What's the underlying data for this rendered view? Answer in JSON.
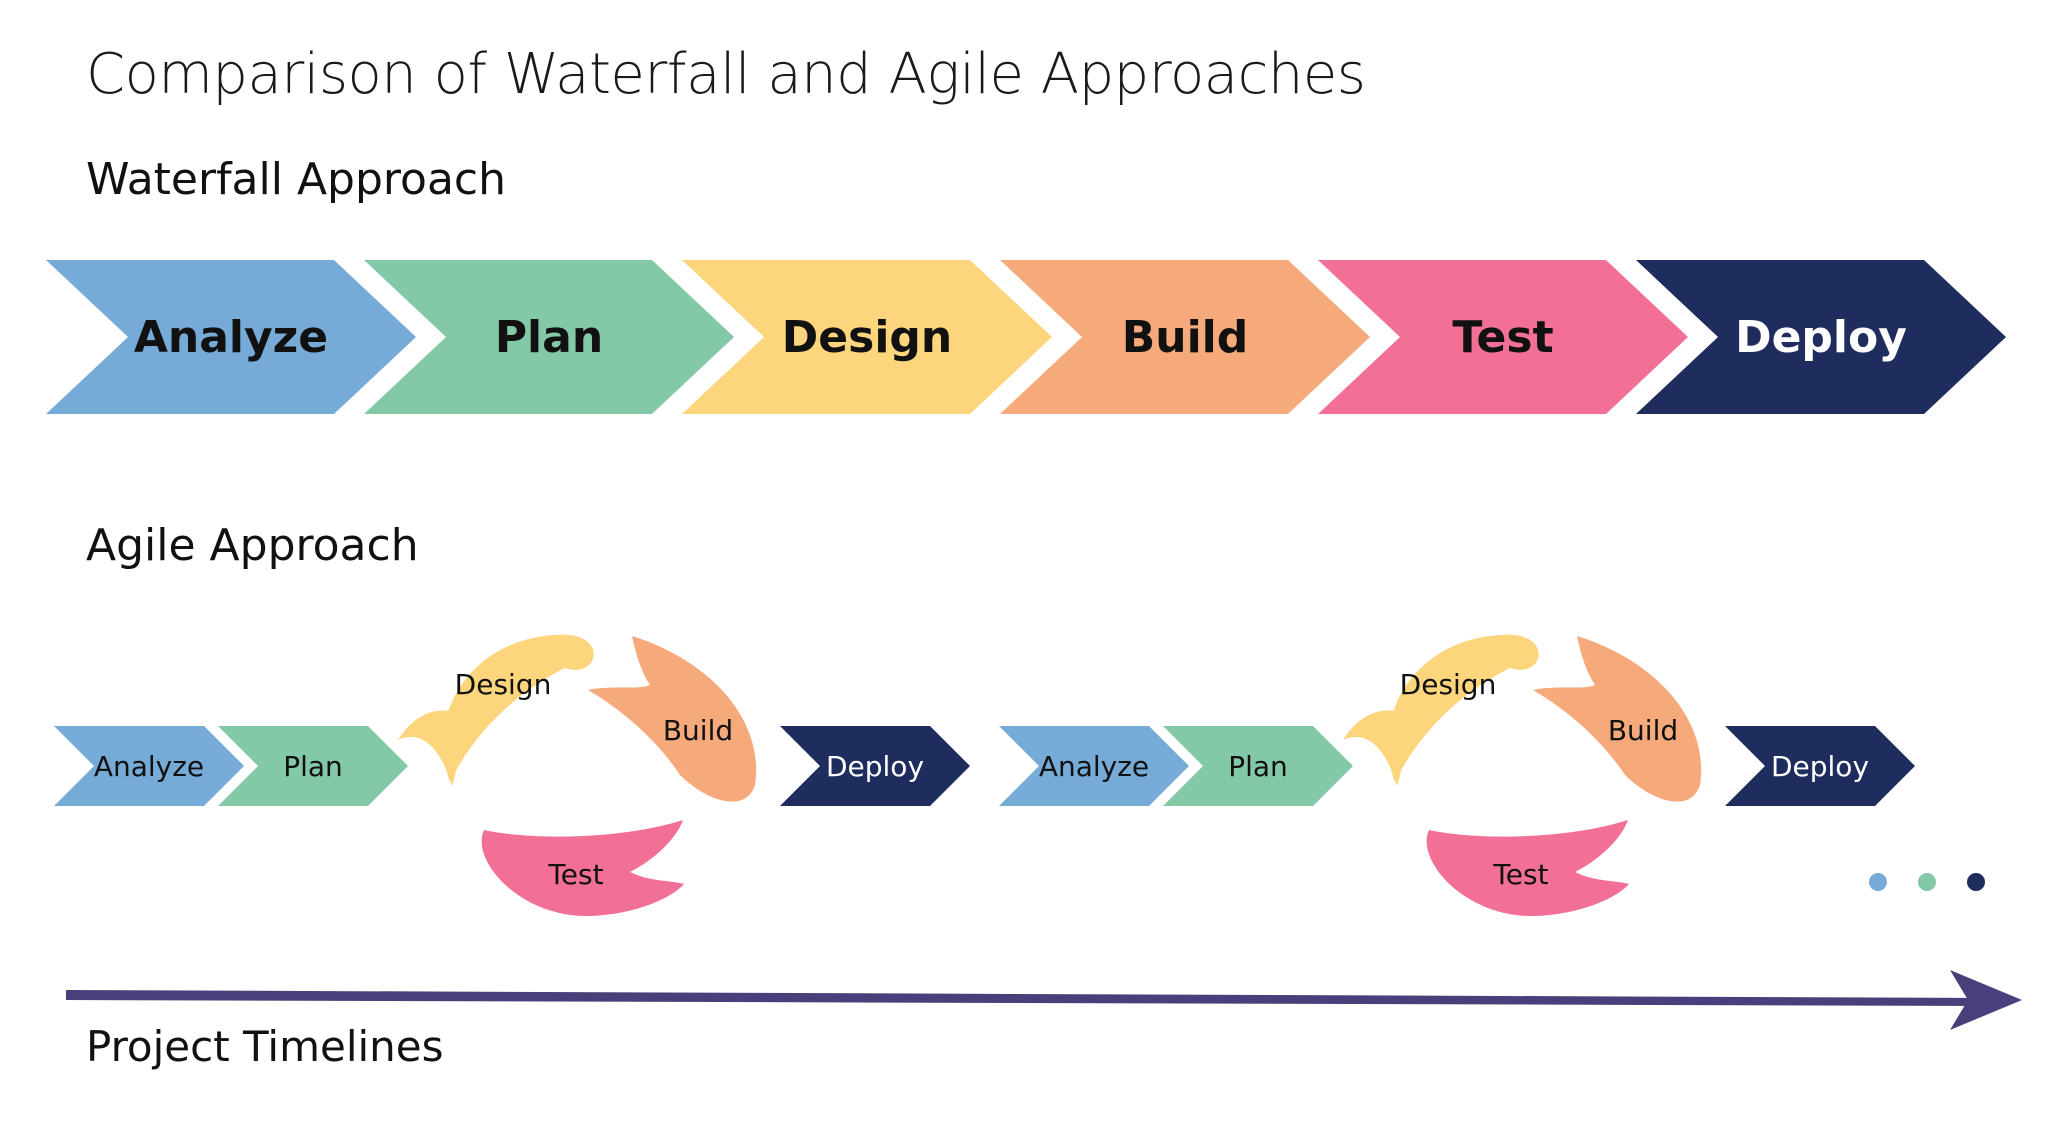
{
  "title": "Comparison of Waterfall and Agile Approaches",
  "waterfall": {
    "heading": "Waterfall Approach",
    "stages": [
      {
        "label": "Analyze",
        "color": "#76ABD8",
        "text_color": "#111111"
      },
      {
        "label": "Plan",
        "color": "#83C9A8",
        "text_color": "#111111"
      },
      {
        "label": "Design",
        "color": "#FCD57C",
        "text_color": "#111111"
      },
      {
        "label": "Build",
        "color": "#F6AA7B",
        "text_color": "#111111"
      },
      {
        "label": "Test",
        "color": "#F27095",
        "text_color": "#111111"
      },
      {
        "label": "Deploy",
        "color": "#1F2C5E",
        "text_color": "#FFFFFF"
      }
    ]
  },
  "agile": {
    "heading": "Agile Approach",
    "cycles": [
      {
        "analyze": {
          "label": "Analyze",
          "color": "#76ABD8"
        },
        "plan": {
          "label": "Plan",
          "color": "#83C9A8"
        },
        "design": {
          "label": "Design",
          "color": "#FCD57C"
        },
        "build": {
          "label": "Build",
          "color": "#F6AA7B"
        },
        "test": {
          "label": "Test",
          "color": "#F27095"
        },
        "deploy": {
          "label": "Deploy",
          "color": "#1F2C5E"
        }
      },
      {
        "analyze": {
          "label": "Analyze",
          "color": "#76ABD8"
        },
        "plan": {
          "label": "Plan",
          "color": "#83C9A8"
        },
        "design": {
          "label": "Design",
          "color": "#FCD57C"
        },
        "build": {
          "label": "Build",
          "color": "#F6AA7B"
        },
        "test": {
          "label": "Test",
          "color": "#F27095"
        },
        "deploy": {
          "label": "Deploy",
          "color": "#1F2C5E"
        }
      }
    ],
    "continuation_dots": [
      "#76ABD8",
      "#83C9A8",
      "#1F2C5E"
    ]
  },
  "timeline": {
    "label": "Project Timelines",
    "arrow_color": "#4A3F7A"
  }
}
